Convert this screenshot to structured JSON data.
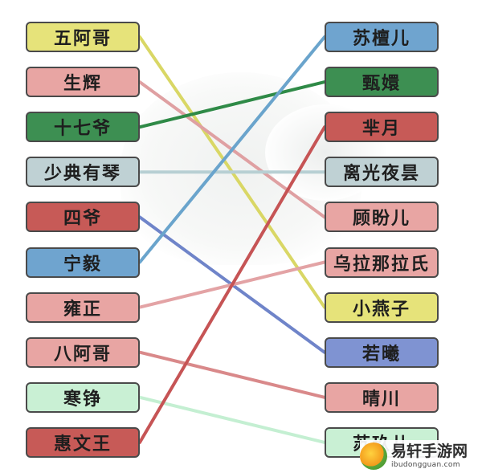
{
  "left_items": [
    {
      "label": "五阿哥",
      "color": "#e6e37a"
    },
    {
      "label": "生辉",
      "color": "#e8a5a3"
    },
    {
      "label": "十七爷",
      "color": "#3d8f52"
    },
    {
      "label": "少典有琴",
      "color": "#bfd1d4"
    },
    {
      "label": "四爷",
      "color": "#c75a57"
    },
    {
      "label": "宁毅",
      "color": "#6fa4cf"
    },
    {
      "label": "雍正",
      "color": "#e8a5a3"
    },
    {
      "label": "八阿哥",
      "color": "#e8a5a3"
    },
    {
      "label": "寒铮",
      "color": "#c9f0d4"
    },
    {
      "label": "惠文王",
      "color": "#c75a57"
    }
  ],
  "right_items": [
    {
      "label": "苏檀儿",
      "color": "#6fa4cf"
    },
    {
      "label": "甄嬛",
      "color": "#3d8f52"
    },
    {
      "label": "芈月",
      "color": "#c75a57"
    },
    {
      "label": "离光夜昙",
      "color": "#bfd1d4"
    },
    {
      "label": "顾盼儿",
      "color": "#e8a5a3"
    },
    {
      "label": "乌拉那拉氏",
      "color": "#e8a5a3"
    },
    {
      "label": "小燕子",
      "color": "#e6e37a"
    },
    {
      "label": "若曦",
      "color": "#7f93d2"
    },
    {
      "label": "晴川",
      "color": "#e8a5a3"
    },
    {
      "label": "苏玖儿",
      "color": "#c9f0d4"
    }
  ],
  "connections": [
    {
      "from": 0,
      "to": 6,
      "color": "#d9d765"
    },
    {
      "from": 1,
      "to": 4,
      "color": "#dfa0a2"
    },
    {
      "from": 2,
      "to": 1,
      "color": "#2f8a47"
    },
    {
      "from": 3,
      "to": 3,
      "color": "#b7cfd3"
    },
    {
      "from": 4,
      "to": 7,
      "color": "#6f84c9"
    },
    {
      "from": 5,
      "to": 0,
      "color": "#6aa4cc"
    },
    {
      "from": 6,
      "to": 5,
      "color": "#e3a3a5"
    },
    {
      "from": 7,
      "to": 8,
      "color": "#d9898a"
    },
    {
      "from": 8,
      "to": 9,
      "color": "#c4efd2"
    },
    {
      "from": 9,
      "to": 2,
      "color": "#c65455"
    }
  ],
  "watermark": {
    "title": "易轩手游网",
    "subtitle": "ibudongguan.com"
  }
}
